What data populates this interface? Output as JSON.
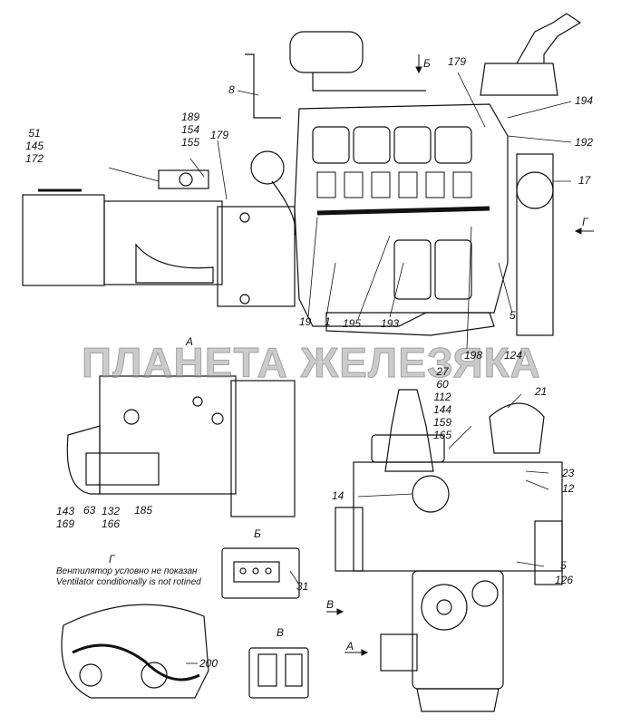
{
  "watermark": "ПЛАНЕТА ЖЕЛЕЗЯКА",
  "view_labels": {
    "A_top": "А",
    "B_top": "Б",
    "G_side": "Г",
    "B_small": "Б",
    "V_small": "В",
    "G_small": "Г",
    "V_arrow": "В",
    "A_arrow": "А"
  },
  "note": {
    "ru": "Вентилятор условно не показан",
    "en": "Ventilator conditionally is not rotined"
  },
  "callouts": {
    "c8": "8",
    "c179a": "179",
    "c179b": "179",
    "c194": "194",
    "c192": "192",
    "c17": "17",
    "c19": "19",
    "c1": "1",
    "c195": "195",
    "c193": "193",
    "c198": "198",
    "c5a": "5",
    "c124": "124",
    "c21": "21",
    "c23": "23",
    "c12": "12",
    "c14": "14",
    "c5b": "5",
    "c126": "126",
    "c31": "31",
    "c200": "200",
    "c63": "63",
    "c185": "185"
  },
  "stacks": {
    "s51": [
      "51",
      "145",
      "172"
    ],
    "s189": [
      "189",
      "154",
      "155"
    ],
    "s27": [
      "27",
      "60",
      "112",
      "144",
      "159",
      "165"
    ],
    "s143": [
      "143",
      "169"
    ],
    "s132": [
      "132",
      "166"
    ]
  },
  "colors": {
    "ink": "#111111",
    "watermark": "#a0a0a0"
  }
}
